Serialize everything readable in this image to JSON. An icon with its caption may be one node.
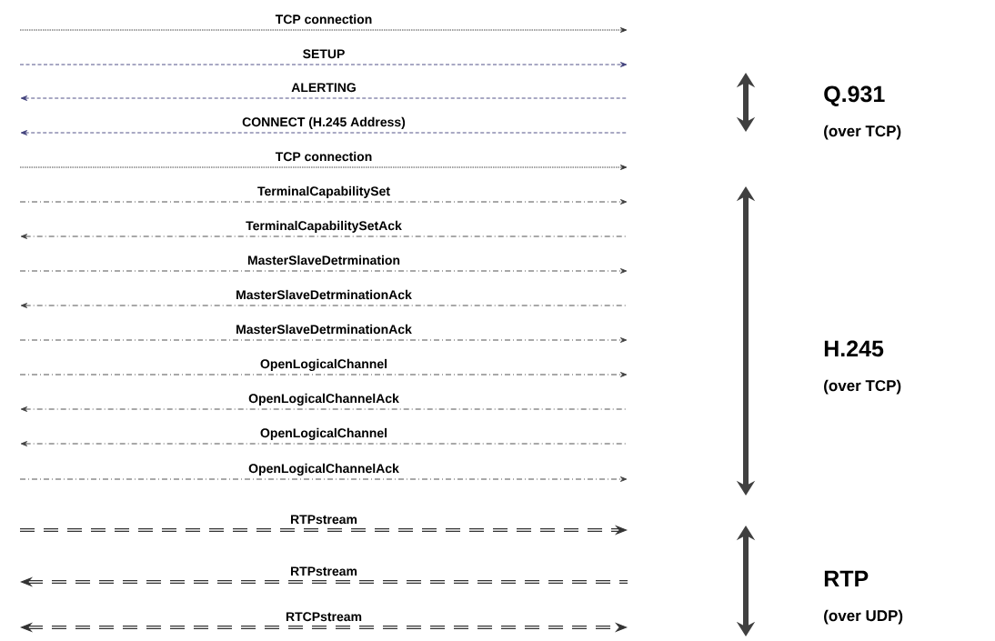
{
  "diagram": {
    "labels": [
      "TCP connection",
      "SETUP",
      "ALERTING",
      "CONNECT (H.245 Address)",
      "TCP connection",
      "TerminalCapabilitySet",
      "TerminalCapabilitySetAck",
      "MasterSlaveDetrmination",
      "MasterSlaveDetrminationAck",
      "MasterSlaveDetrminationAck",
      "OpenLogicalChannel",
      "OpenLogicalChannelAck",
      "OpenLogicalChannel",
      "OpenLogicalChannelAck",
      "RTPstream",
      "RTPstream",
      "RTCPstream",
      "Q.931",
      "(over TCP)",
      "H.245",
      "(over TCP)",
      "RTP",
      "(over UDP)"
    ]
  }
}
